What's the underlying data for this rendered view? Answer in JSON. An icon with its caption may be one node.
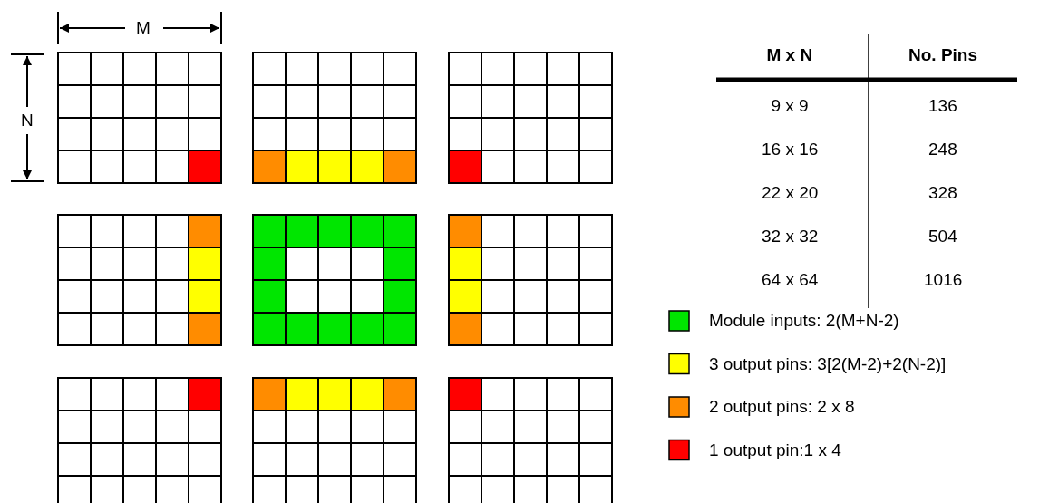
{
  "diagram": {
    "labels": [
      "M",
      "N",
      "M x N",
      "No. Pins",
      "9 x 9",
      "136",
      "16 x 16",
      "248",
      "22 x 20",
      "328",
      "32 x 32",
      "504",
      "64 x 64",
      "1016"
    ],
    "legend": [
      {
        "text": "Module inputs: 2(M+N-2)",
        "color": "#00e600"
      },
      {
        "text": "3 output pins: 3[2(M-2)+2(N-2)]",
        "color": "#ffff00"
      },
      {
        "text": "2 output pins: 2 x 8",
        "color": "#ff8c00"
      },
      {
        "text": "1 output pin:1 x 4",
        "color": "#ff0000"
      }
    ]
  }
}
